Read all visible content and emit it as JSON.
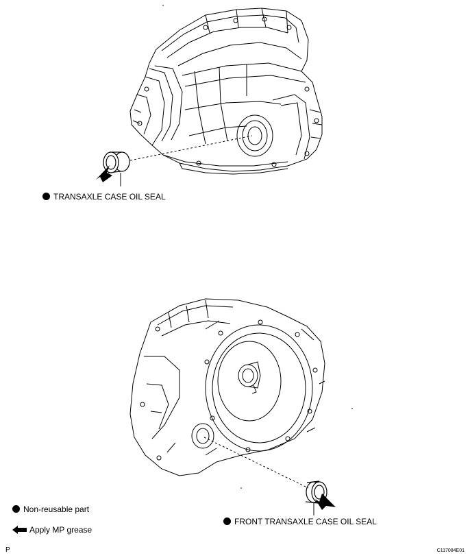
{
  "labels": {
    "top_seal": "TRANSAXLE CASE OIL SEAL",
    "bottom_seal": "FRONT TRANSAXLE CASE OIL SEAL"
  },
  "legend": {
    "non_reusable": "Non-reusable part",
    "apply_grease": "Apply MP grease"
  },
  "footer": {
    "left_code": "P",
    "figure_code": "C117084E01"
  }
}
